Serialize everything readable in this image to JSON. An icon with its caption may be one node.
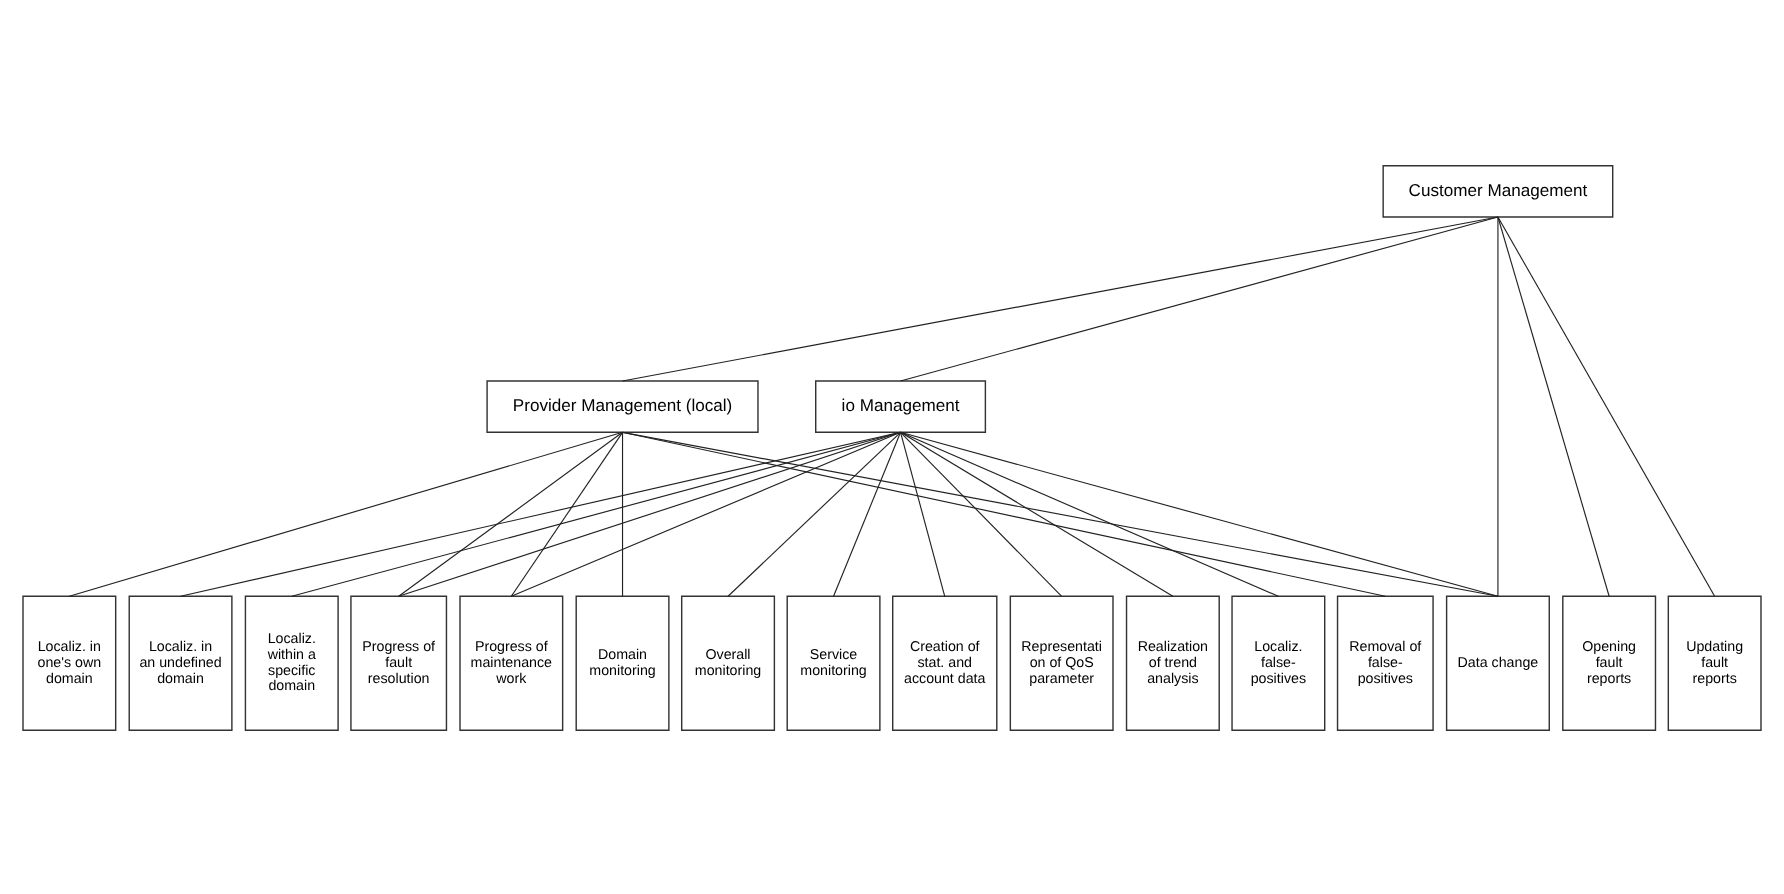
{
  "diagram": {
    "nodes": [
      {
        "text": [
          "Customer Management"
        ]
      },
      {
        "text": [
          "Provider Management (local)"
        ]
      },
      {
        "text": [
          "io Management"
        ]
      },
      {
        "text": [
          "Localiz. in one's own domain"
        ]
      },
      {
        "text": [
          "Localiz. in an undefined domain"
        ]
      },
      {
        "text": [
          "Localiz. within a specific domain"
        ]
      },
      {
        "text": [
          "Progress of fault resolution"
        ]
      },
      {
        "text": [
          "Progress of maintenance work"
        ]
      },
      {
        "text": [
          "Domain monitoring"
        ]
      },
      {
        "text": [
          "Overall monitoring"
        ]
      },
      {
        "text": [
          "Service monitoring"
        ]
      },
      {
        "text": [
          "Creation of stat. and account data"
        ]
      },
      {
        "text": [
          "Representation of QoS parameter"
        ]
      },
      {
        "text": [
          "Realization of trend analysis"
        ]
      },
      {
        "text": [
          "Localiz. false-positives"
        ]
      },
      {
        "text": [
          "Removal of false-positives"
        ]
      },
      {
        "text": [
          "Data change"
        ]
      },
      {
        "text": [
          "Opening fault reports"
        ]
      },
      {
        "text": [
          "Updating fault reports"
        ]
      }
    ],
    "edges": [
      {
        "from": 0,
        "to": 1,
        "arrow": "none"
      },
      {
        "from": 0,
        "to": 2,
        "arrow": "none"
      },
      {
        "from": 0,
        "to": 16,
        "arrow": "none"
      },
      {
        "from": 0,
        "to": 17,
        "arrow": "none"
      },
      {
        "from": 0,
        "to": 18,
        "arrow": "none"
      },
      {
        "from": 1,
        "to": 3,
        "arrow": "none"
      },
      {
        "from": 1,
        "to": 6,
        "arrow": "none"
      },
      {
        "from": 1,
        "to": 7,
        "arrow": "none"
      },
      {
        "from": 1,
        "to": 8,
        "arrow": "none"
      },
      {
        "from": 1,
        "to": 15,
        "arrow": "none"
      },
      {
        "from": 1,
        "to": 16,
        "arrow": "none"
      },
      {
        "from": 2,
        "to": 4,
        "arrow": "none"
      },
      {
        "from": 2,
        "to": 5,
        "arrow": "none"
      },
      {
        "from": 2,
        "to": 6,
        "arrow": "none"
      },
      {
        "from": 2,
        "to": 7,
        "arrow": "none"
      },
      {
        "from": 2,
        "to": 9,
        "arrow": "none"
      },
      {
        "from": 2,
        "to": 10,
        "arrow": "none"
      },
      {
        "from": 2,
        "to": 11,
        "arrow": "none"
      },
      {
        "from": 2,
        "to": 12,
        "arrow": "none"
      },
      {
        "from": 2,
        "to": 13,
        "arrow": "none"
      },
      {
        "from": 2,
        "to": 14,
        "arrow": "none"
      },
      {
        "from": 2,
        "to": 16,
        "arrow": "none"
      }
    ]
  }
}
